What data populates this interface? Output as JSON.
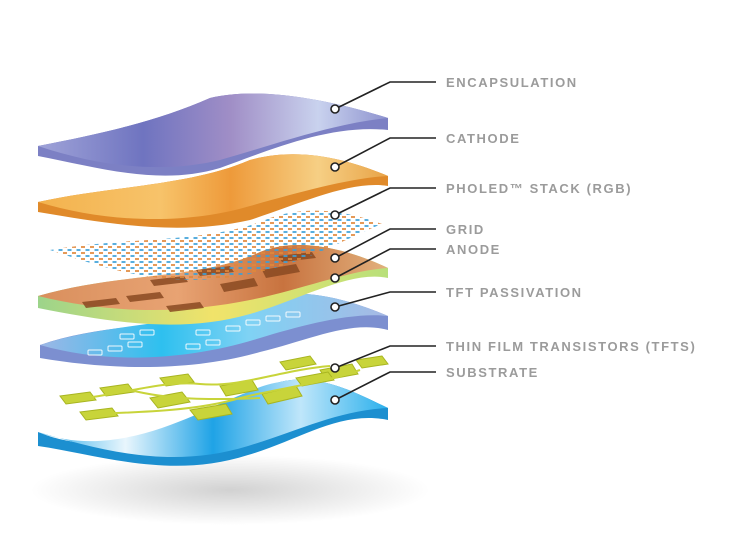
{
  "diagram": {
    "layers": [
      {
        "id": "encapsulation",
        "label": "ENCAPSULATION"
      },
      {
        "id": "cathode",
        "label": "CATHODE"
      },
      {
        "id": "pholed-stack",
        "label": "PHOLED™ STACK (RGB)"
      },
      {
        "id": "grid",
        "label": "GRID"
      },
      {
        "id": "anode",
        "label": "ANODE"
      },
      {
        "id": "tft-passivation",
        "label": "TFT PASSIVATION"
      },
      {
        "id": "thin-film-transistors",
        "label": "THIN FILM TRANSISTORS (TFTS)"
      },
      {
        "id": "substrate",
        "label": "SUBSTRATE"
      }
    ],
    "colors": {
      "label_text": "#9b9b9b",
      "leader_line": "#222222",
      "encapsulation": "#8a88c8",
      "cathode": "#f0a545",
      "pholed": "#3aa0d8",
      "grid_anode": "#c77a4e",
      "passivation": "#8fb0e0",
      "tft": "#c8d43a",
      "substrate": "#2aa8e8"
    }
  }
}
